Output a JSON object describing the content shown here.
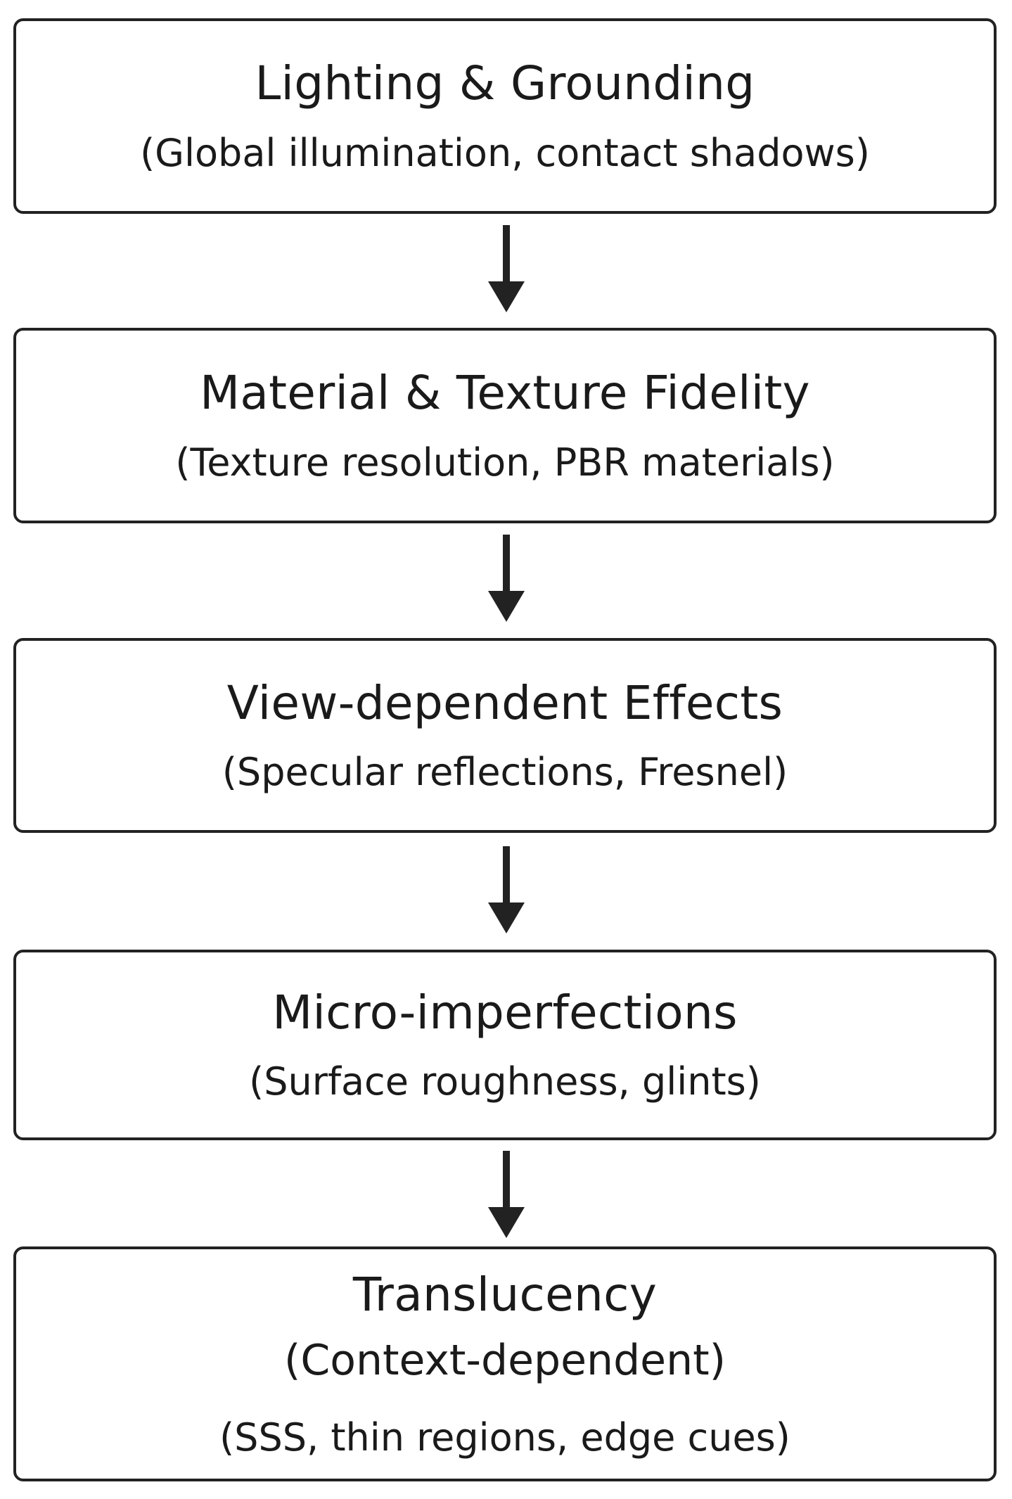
{
  "steps": [
    {
      "title": "Lighting & Grounding",
      "subtitle": "(Global illumination, contact shadows)"
    },
    {
      "title": "Material & Texture Fidelity",
      "subtitle": "(Texture resolution, PBR materials)"
    },
    {
      "title": "View-dependent Effects",
      "subtitle": "(Specular reflections, Fresnel)"
    },
    {
      "title": "Micro-imperfections",
      "subtitle": "(Surface roughness, glints)"
    },
    {
      "title": "Translucency",
      "qualifier": "(Context-dependent)",
      "subtitle": "(SSS, thin regions, edge cues)"
    }
  ],
  "colors": {
    "border": "#222222",
    "text": "#1a1a1a",
    "arrow": "#222222",
    "background": "#ffffff"
  },
  "arrow_icon": "arrow-down-icon"
}
